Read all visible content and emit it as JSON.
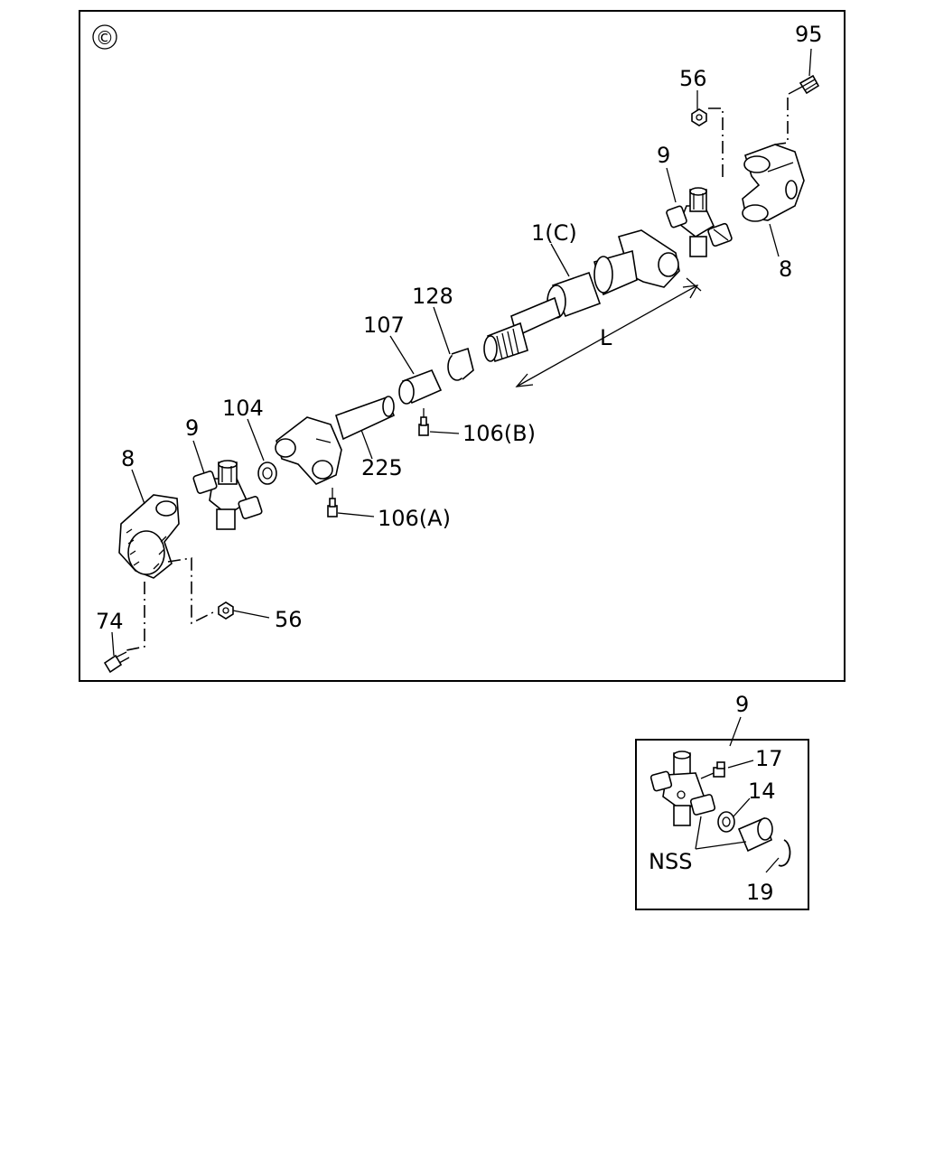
{
  "diagram": {
    "section_symbol": "©",
    "callouts": {
      "p95": "95",
      "p56_top": "56",
      "p9_top": "9",
      "p8_right": "8",
      "p1c": "1(C)",
      "pL": "L",
      "p128": "128",
      "p107": "107",
      "p106b": "106(B)",
      "p104": "104",
      "p9_left": "9",
      "p8_left": "8",
      "p225": "225",
      "p106a": "106(A)",
      "p74": "74",
      "p56_bottom": "56"
    },
    "inset": {
      "title": "9",
      "p17": "17",
      "p14": "14",
      "nss": "NSS",
      "p19": "19"
    }
  }
}
